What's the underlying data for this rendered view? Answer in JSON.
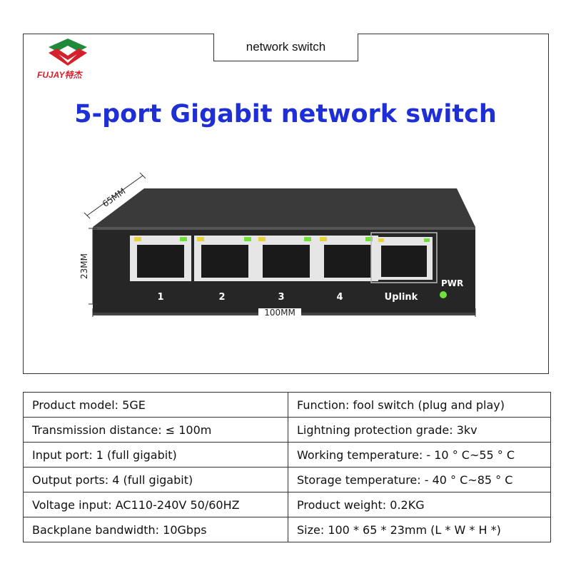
{
  "brand": {
    "logo_text": "FUJAY特杰",
    "colors": {
      "red": "#d4202a",
      "green": "#1e8a3a"
    }
  },
  "tab_label": "network switch",
  "headline": "5-port Gigabit network switch",
  "device": {
    "dimensions": {
      "depth": "65MM",
      "height": "23MM",
      "width": "100MM"
    },
    "ports": [
      "1",
      "2",
      "3",
      "4",
      "Uplink"
    ],
    "power_label": "PWR",
    "colors": {
      "body": "#2b2b2b",
      "led_yellow": "#e8d23a",
      "led_green": "#6fe03a"
    }
  },
  "specs": [
    {
      "left": "Product model: 5GE",
      "right": "Function: fool switch (plug and play)"
    },
    {
      "left": "Transmission distance: ≤ 100m",
      "right": "Lightning protection grade: 3kv"
    },
    {
      "left": "Input port: 1 (full gigabit)",
      "right": "Working temperature: - 10 ° C~55 ° C"
    },
    {
      "left": "Output ports: 4 (full gigabit)",
      "right": "Storage temperature: - 40 ° C~85 ° C"
    },
    {
      "left": "Voltage input: AC110-240V 50/60HZ",
      "right": "Product weight: 0.2KG"
    },
    {
      "left": "Backplane bandwidth: 10Gbps",
      "right": "Size: 100 * 65 * 23mm (L * W * H *)"
    }
  ]
}
